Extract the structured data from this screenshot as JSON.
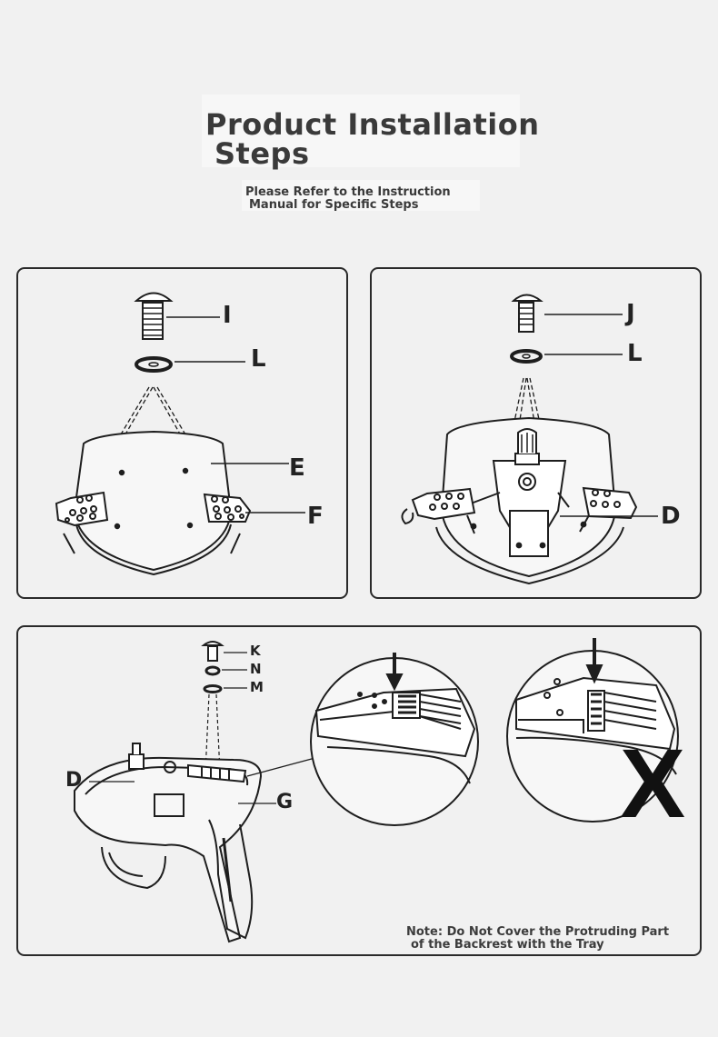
{
  "header": {
    "title_line1": "Product Installation",
    "title_line2": "Steps",
    "subtitle_line1": "Please Refer to the Instruction",
    "subtitle_line2": "Manual for Specific Steps"
  },
  "step1": {
    "labels": {
      "screw": "I",
      "washer": "L",
      "backrest": "E",
      "bracket": "F"
    }
  },
  "step2": {
    "labels": {
      "screw": "J",
      "washer": "L",
      "mechanism": "D"
    }
  },
  "step3": {
    "labels": {
      "screw": "K",
      "washer_small": "N",
      "washer": "M",
      "mechanism": "D",
      "tray": "G"
    },
    "wrong_mark": "X",
    "note_line1": "Note: Do Not Cover the Protruding Part",
    "note_line2": "of the Backrest with the Tray"
  }
}
